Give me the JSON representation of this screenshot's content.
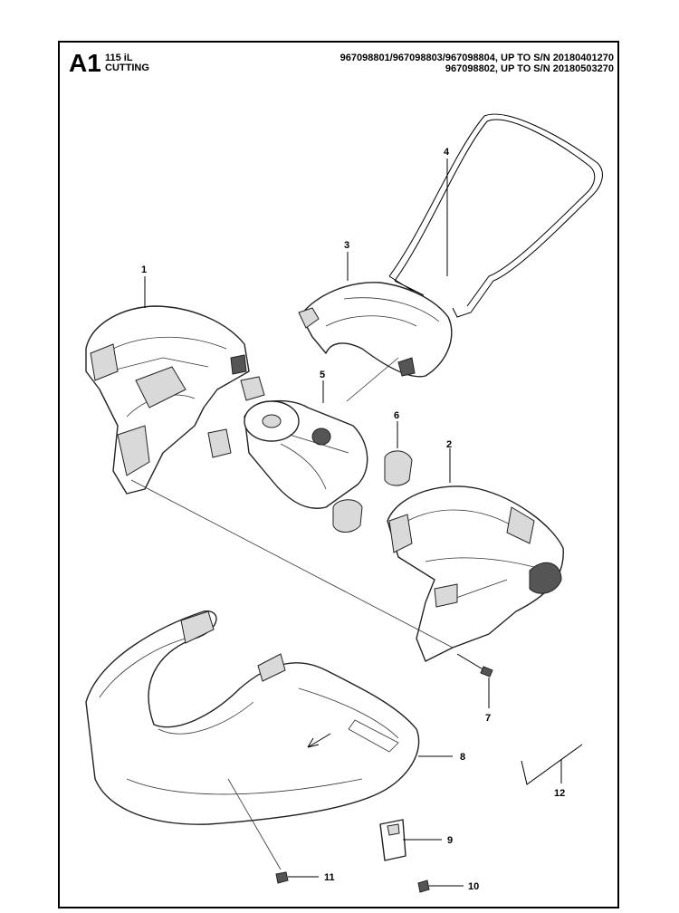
{
  "header": {
    "code": "A1",
    "model": "115 iL",
    "section": "CUTTING",
    "serial_line_1": "967098801/967098803/967098804, UP TO S/N 20180401270",
    "serial_line_2": "967098802, UP TO S/N 20180503270"
  },
  "callouts": {
    "c1": "1",
    "c2": "2",
    "c3": "3",
    "c4": "4",
    "c5": "5",
    "c6": "6",
    "c7": "7",
    "c8": "8",
    "c9": "9",
    "c10": "10",
    "c11": "11",
    "c12": "12"
  }
}
